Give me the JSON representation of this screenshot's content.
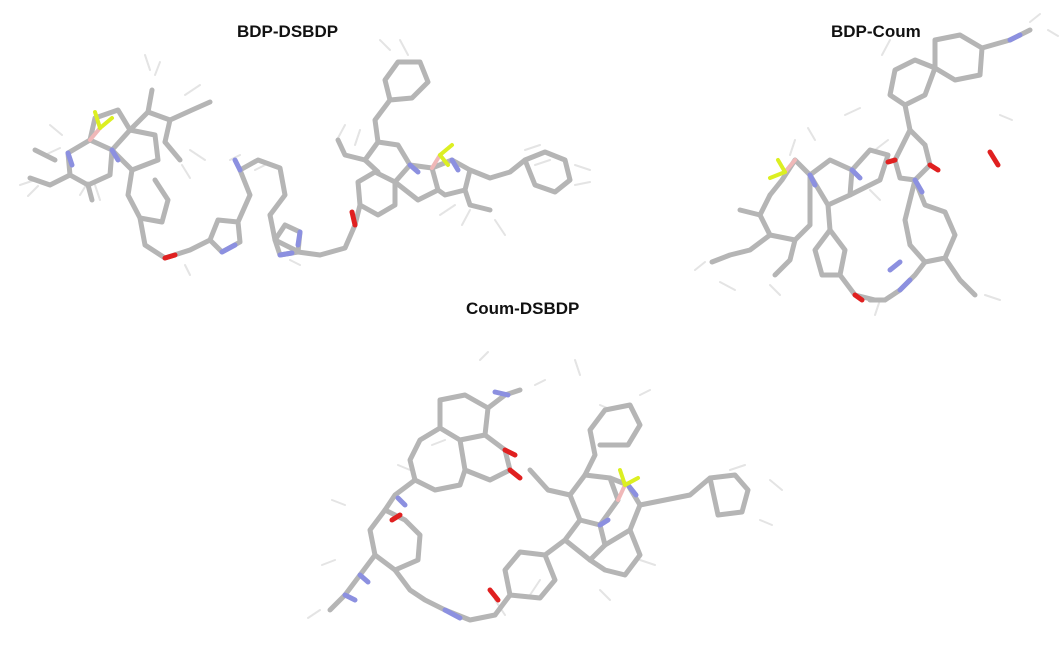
{
  "labels": {
    "bdp_dsbdp": "BDP-DSBDP",
    "bdp_coum": "BDP-Coum",
    "coum_dsbdp": "Coum-DSBDP"
  },
  "colors": {
    "carbon_bond": "#b8b8b8",
    "hydrogen": "#e2e2e2",
    "nitrogen": "#8c90e0",
    "oxygen": "#e02020",
    "fluorine": "#dcef22",
    "boron": "#f0b8b8"
  }
}
